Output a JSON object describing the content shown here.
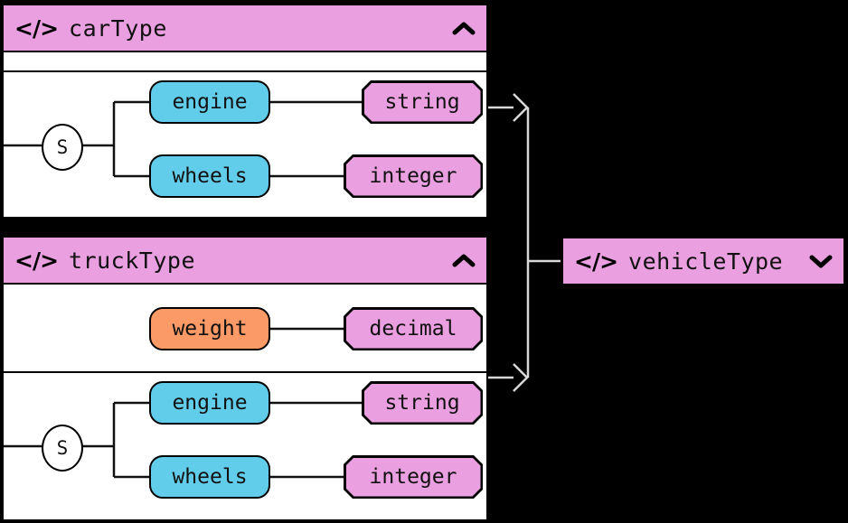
{
  "theme": {
    "canvas_bg": "#000000",
    "panel_bg": "#ffffff",
    "header_pink": "#e99fe0",
    "element_blue": "#62cdeb",
    "element_orange": "#fb9a66",
    "type_pink": "#e99fe0",
    "stroke": "#000000",
    "connector": "#d8d8d8"
  },
  "panels": [
    {
      "id": "carType",
      "icon": "code-icon",
      "title": "carType",
      "toggle_icon": "chevron-up-icon",
      "expanded": true,
      "rows": [
        {
          "id": "car-empty-row",
          "kind": "empty",
          "nodes": []
        },
        {
          "id": "car-sequence-row",
          "kind": "sequence",
          "sequence_label": "S",
          "children": [
            {
              "name": "engine",
              "style": "element",
              "type": "string"
            },
            {
              "name": "wheels",
              "style": "element",
              "type": "integer"
            }
          ]
        }
      ]
    },
    {
      "id": "truckType",
      "icon": "code-icon",
      "title": "truckType",
      "toggle_icon": "chevron-up-icon",
      "expanded": true,
      "rows": [
        {
          "id": "truck-weight-row",
          "kind": "single",
          "children": [
            {
              "name": "weight",
              "style": "element-orange",
              "type": "decimal"
            }
          ]
        },
        {
          "id": "truck-sequence-row",
          "kind": "sequence",
          "sequence_label": "S",
          "children": [
            {
              "name": "engine",
              "style": "element",
              "type": "string"
            },
            {
              "name": "wheels",
              "style": "element",
              "type": "integer"
            }
          ]
        }
      ]
    }
  ],
  "target": {
    "id": "vehicleType",
    "icon": "code-icon",
    "title": "vehicleType",
    "toggle_icon": "chevron-down-icon",
    "expanded": false
  },
  "icons": {
    "code": "</>",
    "chevron_up": "chevron-up-icon",
    "chevron_down": "chevron-down-icon",
    "arrow_head": "arrow-head-icon"
  },
  "connections": [
    {
      "from": "carType",
      "to": "vehicleType",
      "arrow": "arrow-head-icon"
    },
    {
      "from": "truckType",
      "to": "vehicleType",
      "arrow": "arrow-head-icon"
    }
  ]
}
